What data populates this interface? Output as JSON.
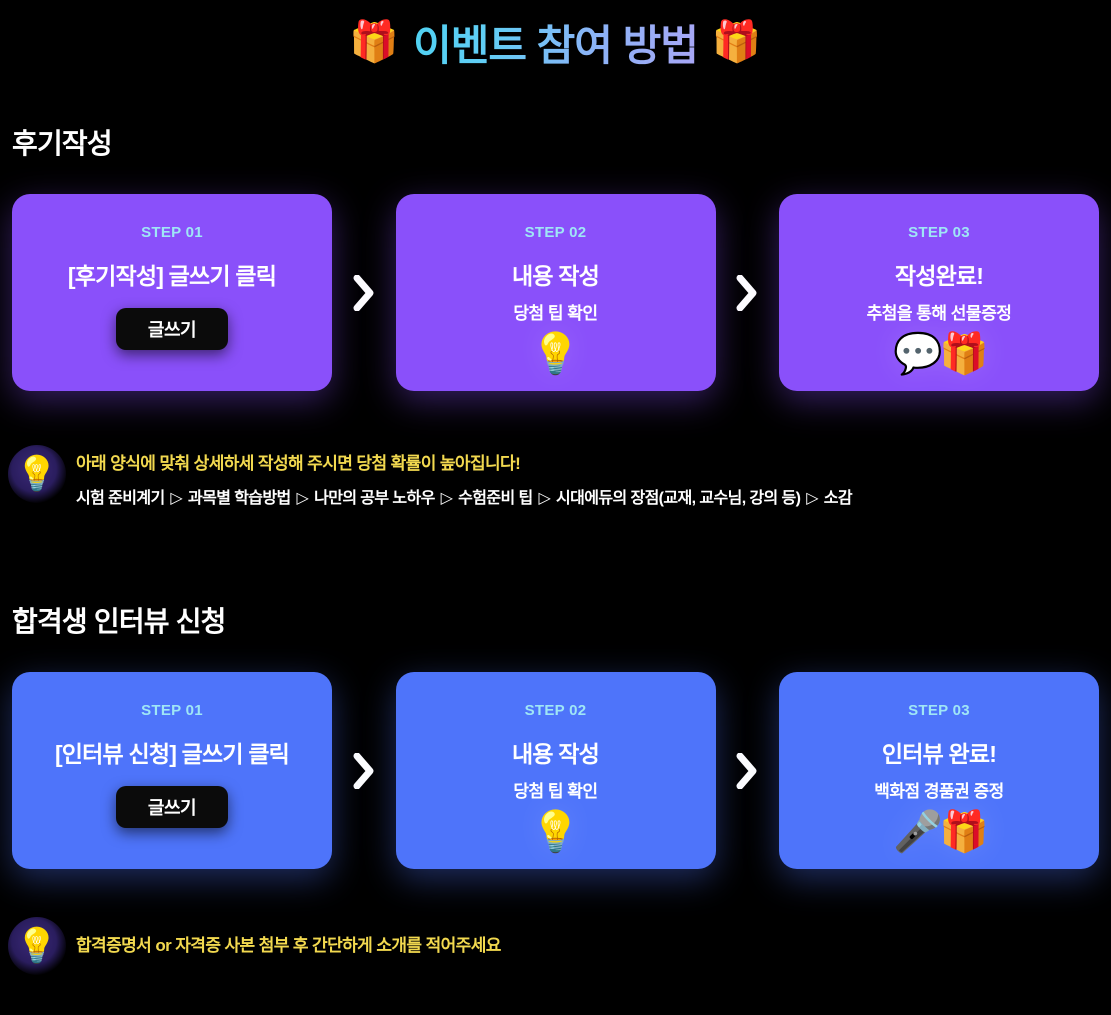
{
  "page": {
    "background_color": "#000000",
    "title": "이벤트 참여 방법",
    "title_gift_icon_left": "🎁",
    "title_gift_icon_right": "🎁",
    "title_gradient_from": "#4fd2f2",
    "title_gradient_to": "#a9a6f6"
  },
  "sections": [
    {
      "heading": "후기작성",
      "accent_color": "#8a50fa",
      "steps": [
        {
          "label": "STEP 01",
          "title": "[후기작성] 글쓰기 클릭",
          "sub": "",
          "button_label": "글쓰기",
          "emoji": ""
        },
        {
          "label": "STEP 02",
          "title": "내용 작성",
          "sub": "당첨 팁 확인",
          "button_label": "",
          "emoji": "💡"
        },
        {
          "label": "STEP 03",
          "title": "작성완료!",
          "sub": "추첨을 통해 선물증정",
          "button_label": "",
          "emoji": "💬🎁"
        }
      ],
      "note": {
        "icon": "💡",
        "line1": "아래 양식에 맞춰 상세하세 작성해 주시면 당첨 확률이 높아집니다!",
        "line2_items": [
          "시험 준비계기",
          "과목별 학습방법",
          "나만의 공부 노하우",
          "수험준비 팁",
          "시대에듀의 장점(교재, 교수님, 강의 등)",
          "소감"
        ],
        "line2_separator": "▷",
        "line1_color": "#f2d94f",
        "line2_color": "#ffffff"
      }
    },
    {
      "heading": "합격생 인터뷰 신청",
      "accent_color": "#4e74fa",
      "steps": [
        {
          "label": "STEP 01",
          "title": "[인터뷰 신청] 글쓰기 클릭",
          "sub": "",
          "button_label": "글쓰기",
          "emoji": ""
        },
        {
          "label": "STEP 02",
          "title": "내용 작성",
          "sub": "당첨 팁 확인",
          "button_label": "",
          "emoji": "💡"
        },
        {
          "label": "STEP 03",
          "title": "인터뷰 완료!",
          "sub": "백화점 경품권 증정",
          "button_label": "",
          "emoji": "🎤🎁"
        }
      ],
      "note": {
        "icon": "💡",
        "line1": "합격증명서 or 자격증 사본 첨부 후 간단하게 소개를 적어주세요",
        "line2_items": [],
        "line2_separator": "▷",
        "line1_color": "#f2d94f",
        "line2_color": "#ffffff"
      }
    }
  ],
  "arrow": {
    "glyph": "›",
    "color": "#ffffff"
  }
}
